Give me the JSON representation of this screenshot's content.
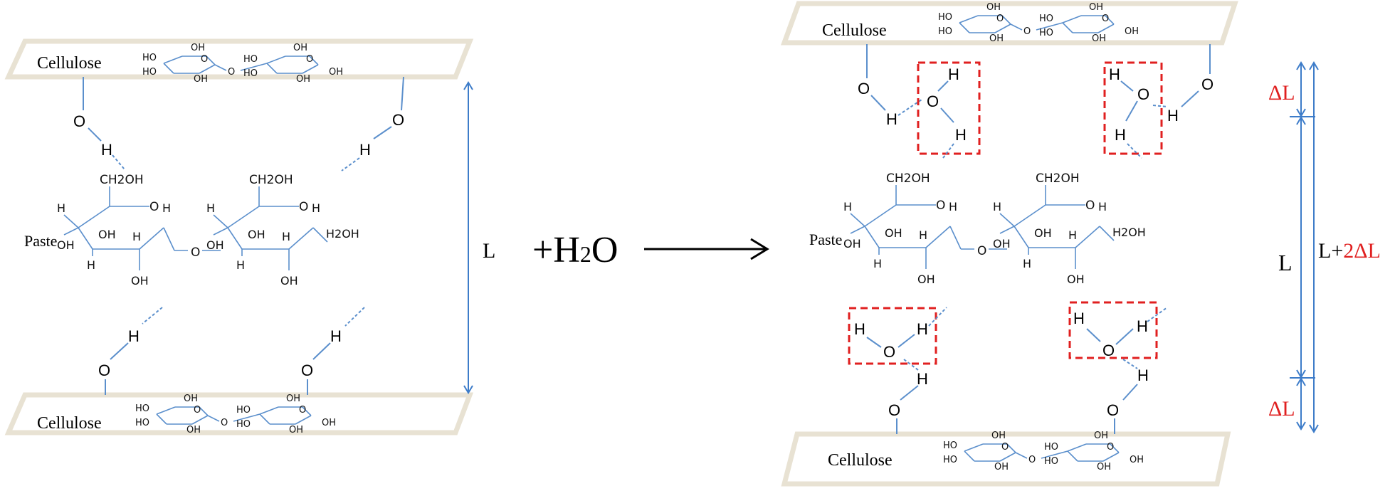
{
  "left_panel": {
    "top_plate_label": "Cellulose",
    "bottom_plate_label": "Cellulose",
    "paste_label": "Paste",
    "distance_label": "L"
  },
  "reaction": {
    "reagent_label": "+H",
    "reagent_subscript": "2",
    "reagent_tail": "O"
  },
  "right_panel": {
    "top_plate_label": "Cellulose",
    "bottom_plate_label": "Cellulose",
    "paste_label": "Paste",
    "delta_top_label": "ΔL",
    "delta_bottom_label": "ΔL",
    "inner_distance_label": "L",
    "total_distance_prefix": "L+",
    "total_distance_delta": "2ΔL"
  },
  "chem_labels": {
    "ho": "HO",
    "oh": "OH",
    "o": "O",
    "h": "H",
    "ch2oh": "CH2OH",
    "h2oh": "H2OH"
  },
  "colors": {
    "plate_stroke": "#e8e2d3",
    "bond": "#5b8fcc",
    "dimension": "#3d7cc9",
    "highlight": "#e02020",
    "text": "#111111"
  }
}
